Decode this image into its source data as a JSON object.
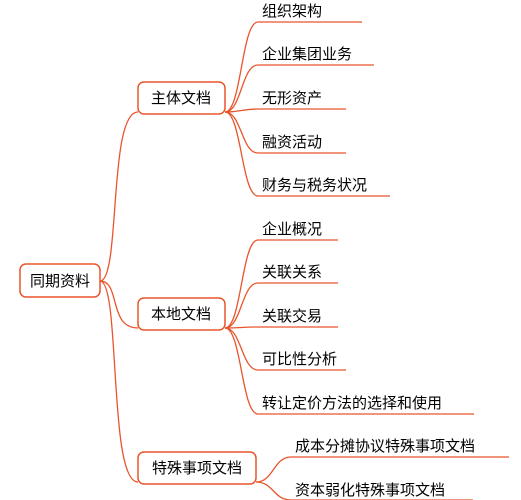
{
  "theme": {
    "line_color": "#e8552b",
    "box_border_color": "#e8552b",
    "text_color": "#000000",
    "background": "#ffffff"
  },
  "root": {
    "label": "同期资料"
  },
  "branches": [
    {
      "label": "主体文档",
      "children": [
        "组织架构",
        "企业集团业务",
        "无形资产",
        "融资活动",
        "财务与税务状况"
      ]
    },
    {
      "label": "本地文档",
      "children": [
        "企业概况",
        "关联关系",
        "关联交易",
        "可比性分析",
        "转让定价方法的选择和使用"
      ]
    },
    {
      "label": "特殊事项文档",
      "children": [
        "成本分摊协议特殊事项文档",
        "资本弱化特殊事项文档"
      ]
    }
  ]
}
